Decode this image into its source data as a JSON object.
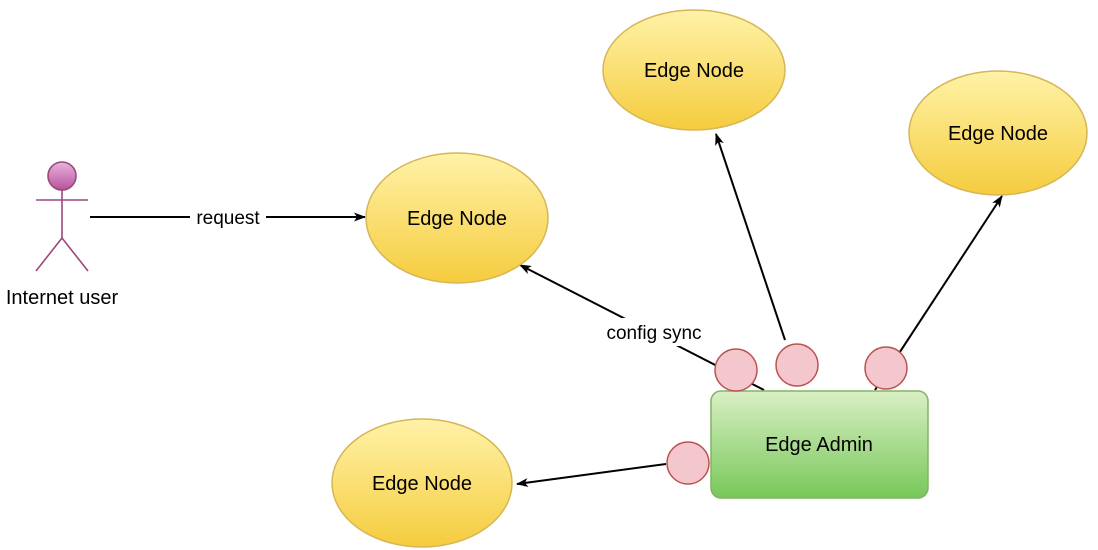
{
  "diagram": {
    "actor": {
      "label": "Internet user"
    },
    "nodes": {
      "top": {
        "label": "Edge Node"
      },
      "top_right": {
        "label": "Edge Node"
      },
      "middle": {
        "label": "Edge Node"
      },
      "bottom": {
        "label": "Edge Node"
      }
    },
    "admin": {
      "label": "Edge Admin"
    },
    "edges": {
      "request": {
        "label": "request"
      },
      "config_sync": {
        "label": "config sync"
      }
    },
    "colors": {
      "node_fill_top": "#FFF2A8",
      "node_fill_bottom": "#F5CC3E",
      "node_stroke": "#D6B656",
      "admin_fill_top": "#D9EFC4",
      "admin_fill_bottom": "#78C85A",
      "admin_stroke": "#82B366",
      "port_fill": "#F4C7CE",
      "port_stroke": "#B85450",
      "actor_head_top": "#E8B4DC",
      "actor_head_bottom": "#B8529E",
      "actor_stroke": "#9B4878",
      "line": "#000000"
    }
  }
}
